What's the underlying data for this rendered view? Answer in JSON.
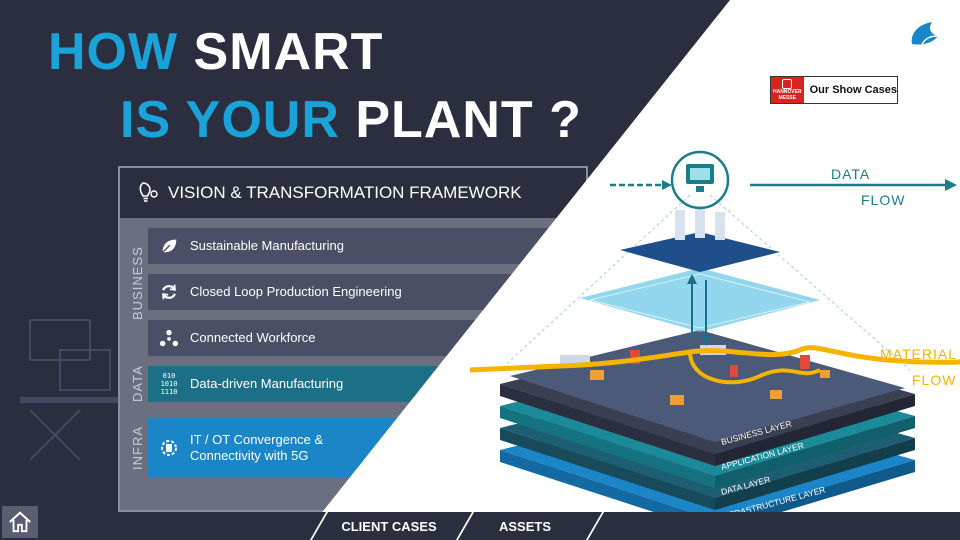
{
  "title": {
    "line1_blue": "HOW",
    "line1_white": "SMART",
    "line2_blue": "IS YOUR",
    "line2_white": "PLANT ?"
  },
  "badge": {
    "brand_line1": "HANNOVER",
    "brand_line2": "MESSE",
    "label": "Our Show Cases"
  },
  "framework": {
    "header": "VISION & TRANSFORMATION FRAMEWORK",
    "groups": [
      "BUSINESS",
      "DATA",
      "INFRA"
    ],
    "rows": [
      {
        "label": "Sustainable Manufacturing",
        "icon": "leaf-icon"
      },
      {
        "label": "Closed Loop Production Engineering",
        "icon": "refresh-icon"
      },
      {
        "label": "Connected Workforce",
        "icon": "network-icon"
      },
      {
        "label": "Data-driven Manufacturing",
        "icon": "binary-icon",
        "icon_text": "010\n1010\n1110"
      },
      {
        "label_line1": "IT / OT Convergence &",
        "label_line2": "Connectivity with 5G",
        "icon": "chip-icon"
      }
    ]
  },
  "illustration": {
    "data_flow_1": "DATA",
    "data_flow_2": "FLOW",
    "material_flow_1": "MATERIAL",
    "material_flow_2": "FLOW",
    "layers": [
      "BUSINESS LAYER",
      "APPLICATION LAYER",
      "DATA LAYER",
      "INFRASTRUCTURE LAYER"
    ]
  },
  "nav": {
    "client_cases": "CLIENT CASES",
    "assets": "ASSETS"
  },
  "colors": {
    "dark_bg": "#2b2e3e",
    "accent_blue": "#1aa3d9",
    "row_gray": "#4b4f66",
    "row_teal": "#1b6f86",
    "row_blue": "#1a85c7",
    "flow_yellow": "#f5b400",
    "flow_teal": "#1b7d8a"
  }
}
